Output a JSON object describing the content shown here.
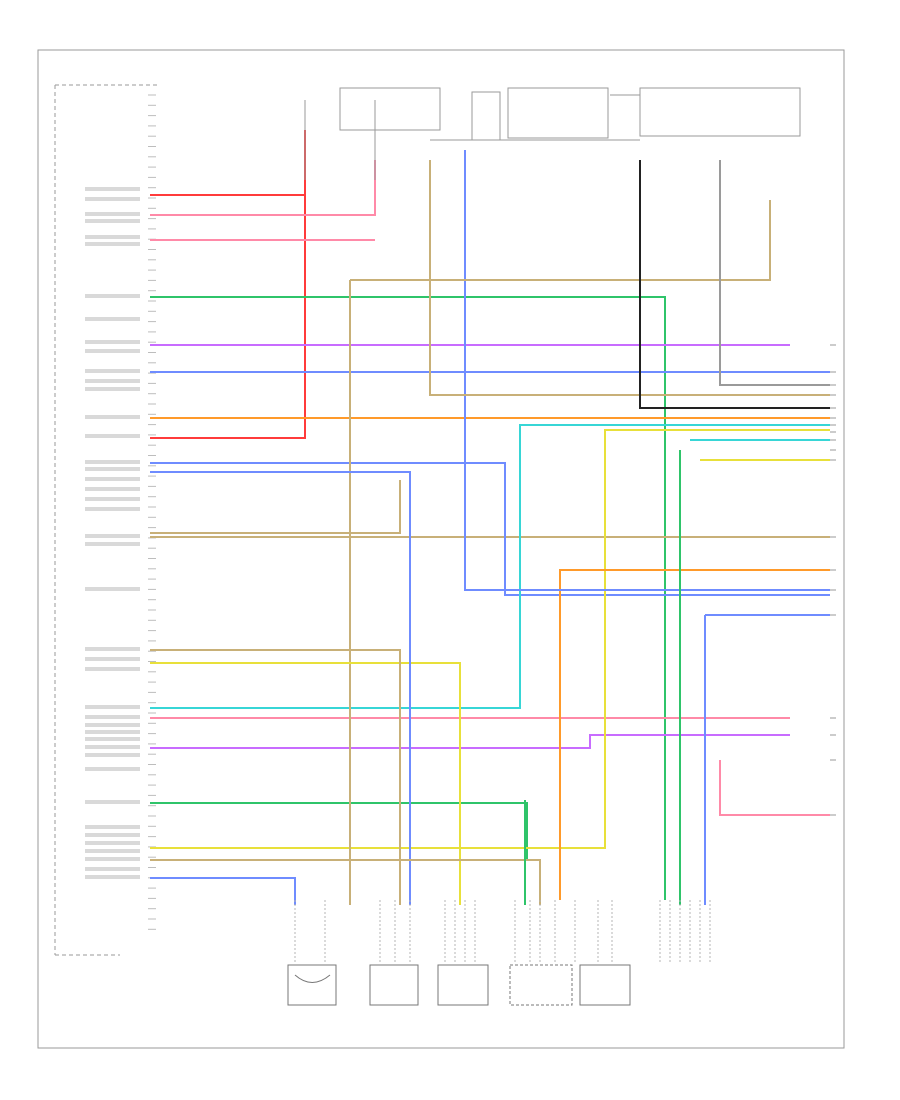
{
  "page": {
    "corner_label": "",
    "module_caption_lines": [],
    "wires": [
      {
        "id": "w-red",
        "color": "#ff3b3b"
      },
      {
        "id": "w-pink",
        "color": "#ff8aa8"
      },
      {
        "id": "w-yellow",
        "color": "#e8e03a"
      },
      {
        "id": "w-tan",
        "color": "#c8b078"
      },
      {
        "id": "w-green",
        "color": "#2fc46a"
      },
      {
        "id": "w-blue",
        "color": "#6f8cff"
      },
      {
        "id": "w-orange",
        "color": "#ff9a2a"
      },
      {
        "id": "w-violet",
        "color": "#c86cff"
      },
      {
        "id": "w-cyan",
        "color": "#37d6d6"
      },
      {
        "id": "w-black",
        "color": "#222222"
      },
      {
        "id": "w-gray",
        "color": "#9a9a9a"
      }
    ],
    "components": [
      {
        "id": "connector-a"
      },
      {
        "id": "connector-b"
      },
      {
        "id": "connector-c"
      },
      {
        "id": "connector-d"
      },
      {
        "id": "relay-box"
      },
      {
        "id": "switch-box"
      },
      {
        "id": "gauge-box"
      }
    ]
  }
}
